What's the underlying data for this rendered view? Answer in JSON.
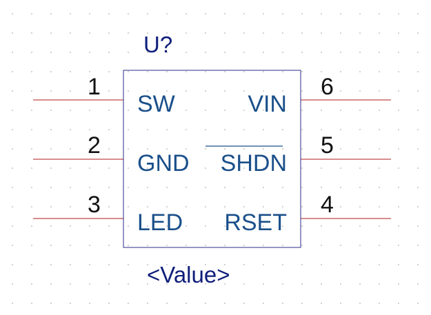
{
  "component": {
    "reference": "U?",
    "value": "<Value>",
    "left_pins": [
      {
        "number": "1",
        "name": "SW"
      },
      {
        "number": "2",
        "name": "GND"
      },
      {
        "number": "3",
        "name": "LED"
      }
    ],
    "right_pins": [
      {
        "number": "6",
        "name": "VIN",
        "inverted": false
      },
      {
        "number": "5",
        "name": "SHDN",
        "inverted": true
      },
      {
        "number": "4",
        "name": "RSET",
        "inverted": false
      }
    ]
  },
  "colors": {
    "pin_line": "#b01818",
    "body_outline": "#2a2a8a",
    "pin_name": "#1a4f8a",
    "pin_number": "#111111",
    "ref_text": "#0f1e7a"
  }
}
